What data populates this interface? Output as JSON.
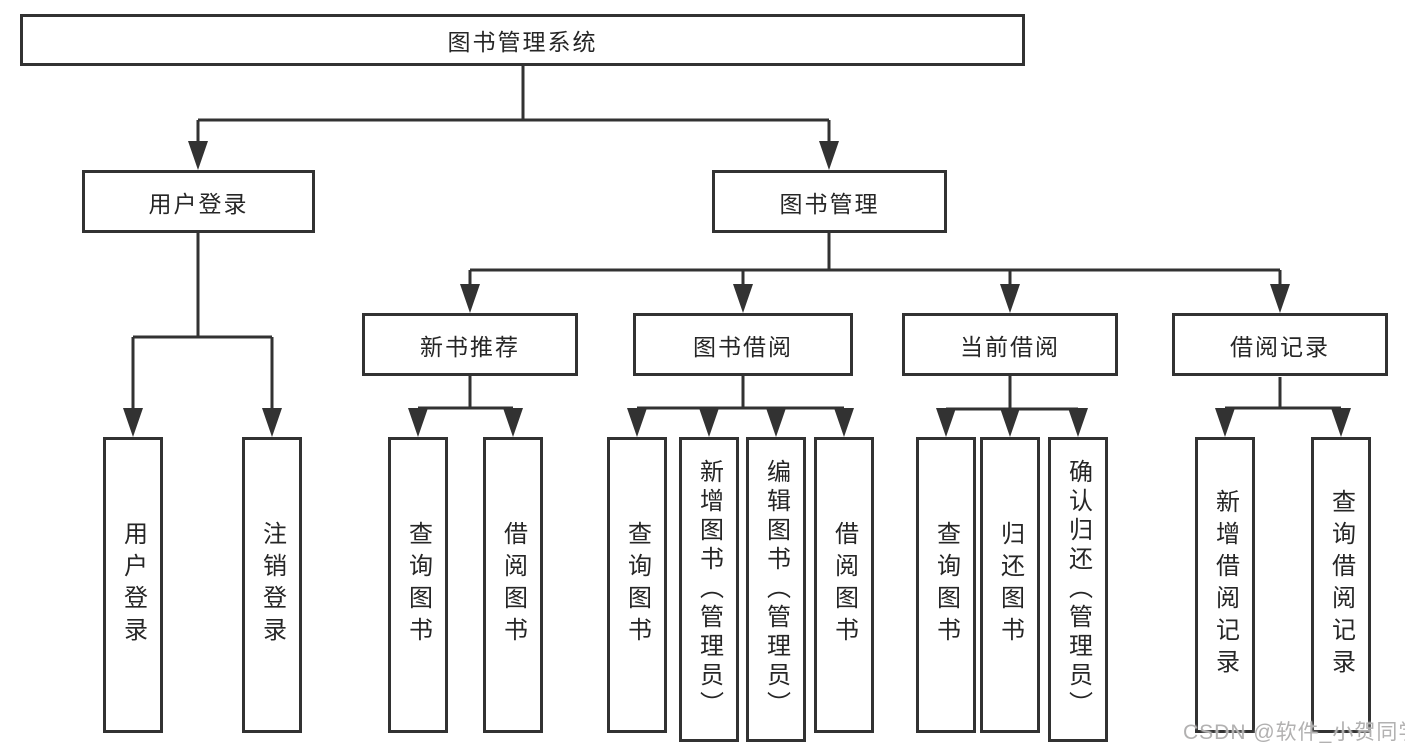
{
  "diagram": {
    "root": {
      "label": "图书管理系统"
    },
    "children": [
      {
        "label": "用户登录",
        "children": [
          {
            "label": "用户登录"
          },
          {
            "label": "注销登录"
          }
        ]
      },
      {
        "label": "图书管理",
        "children": [
          {
            "label": "新书推荐",
            "children": [
              {
                "label": "查询图书"
              },
              {
                "label": "借阅图书"
              }
            ]
          },
          {
            "label": "图书借阅",
            "children": [
              {
                "label": "查询图书"
              },
              {
                "label": "新增图书（管理员）"
              },
              {
                "label": "编辑图书（管理员）"
              },
              {
                "label": "借阅图书"
              }
            ]
          },
          {
            "label": "当前借阅",
            "children": [
              {
                "label": "查询图书"
              },
              {
                "label": "归还图书"
              },
              {
                "label": "确认归还（管理员）"
              }
            ]
          },
          {
            "label": "借阅记录",
            "children": [
              {
                "label": "新增借阅记录"
              },
              {
                "label": "查询借阅记录"
              }
            ]
          }
        ]
      }
    ]
  },
  "colors": {
    "line": "#323232",
    "box_border": "#323232",
    "text": "#262626",
    "watermark": "#b2b1b1"
  },
  "watermark": {
    "text": "CSDN @软件_小贺同学"
  }
}
